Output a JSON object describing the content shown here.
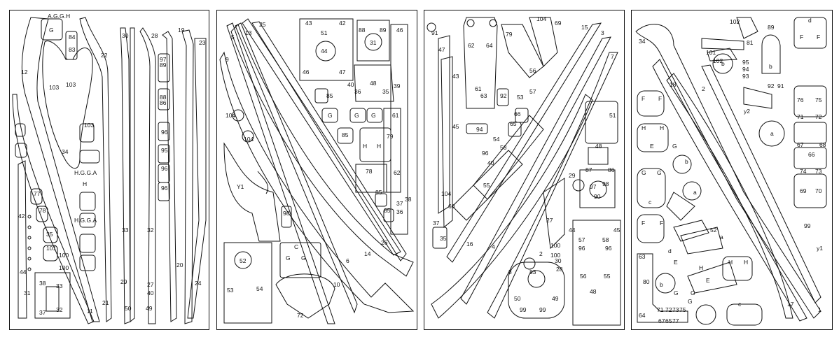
{
  "sheets": [
    {
      "name": "sheet-1",
      "labels": [
        "A.G.G.H",
        "84",
        "83",
        "22",
        "30",
        "28",
        "19",
        "23",
        "12",
        "103",
        "103",
        "97",
        "89",
        "88",
        "86",
        "103",
        "34",
        "96",
        "95",
        "H.G.G.A",
        "96",
        "H.G.G.A",
        "96",
        "77",
        "78",
        "42",
        "35",
        "101",
        "100",
        "100",
        "44",
        "33",
        "32",
        "38",
        "33",
        "37",
        "32",
        "29",
        "27",
        "40",
        "50",
        "49",
        "20",
        "21",
        "24",
        "11",
        "31",
        "G",
        "H"
      ]
    },
    {
      "name": "sheet-2",
      "labels": [
        "25",
        "13",
        "5",
        "9",
        "43",
        "42",
        "51",
        "44",
        "46",
        "47",
        "88",
        "89",
        "31",
        "46",
        "48",
        "40",
        "36",
        "35",
        "39",
        "85",
        "61",
        "104",
        "G",
        "G",
        "G",
        "85",
        "79",
        "H",
        "H",
        "104",
        "78",
        "62",
        "Y1",
        "85",
        "38",
        "37",
        "36",
        "85",
        "98",
        "52",
        "C",
        "53",
        "54",
        "G",
        "G",
        "72",
        "10",
        "6",
        "14",
        "26"
      ]
    },
    {
      "name": "sheet-3",
      "labels": [
        "91",
        "47",
        "62",
        "64",
        "79",
        "104",
        "69",
        "15",
        "3",
        "7",
        "43",
        "61",
        "63",
        "92",
        "53",
        "57",
        "66",
        "65",
        "94",
        "45",
        "54",
        "56",
        "51",
        "96",
        "58",
        "48",
        "40",
        "55",
        "104",
        "60",
        "29",
        "87",
        "86",
        "97",
        "98",
        "90",
        "37",
        "35",
        "16",
        "4",
        "27",
        "44",
        "45",
        "57",
        "58",
        "96",
        "96",
        "100",
        "100",
        "8",
        "2",
        "56",
        "55",
        "28",
        "30",
        "83",
        "50",
        "99",
        "99",
        "49",
        "48"
      ]
    },
    {
      "name": "sheet-4",
      "labels": [
        "34",
        "102",
        "89",
        "d",
        "F",
        "F",
        "81",
        "101",
        "102",
        "b",
        "95",
        "94",
        "93",
        "b",
        "18",
        "2",
        "F",
        "F",
        "y2",
        "92",
        "91",
        "76",
        "75",
        "71",
        "72",
        "H",
        "H",
        "E",
        "G",
        "a",
        "67",
        "66",
        "68",
        "G",
        "G",
        "b",
        "74",
        "73",
        "70",
        "69",
        "c",
        "a",
        "52",
        "F",
        "F",
        "a",
        "99",
        "63",
        "80",
        "H",
        "H",
        "y1",
        "E",
        "b",
        "d",
        "G",
        "G",
        "H",
        "E",
        "G",
        "c",
        "64",
        "71",
        "72",
        "73",
        "75",
        "67",
        "65",
        "77",
        "17",
        "1"
      ]
    }
  ]
}
